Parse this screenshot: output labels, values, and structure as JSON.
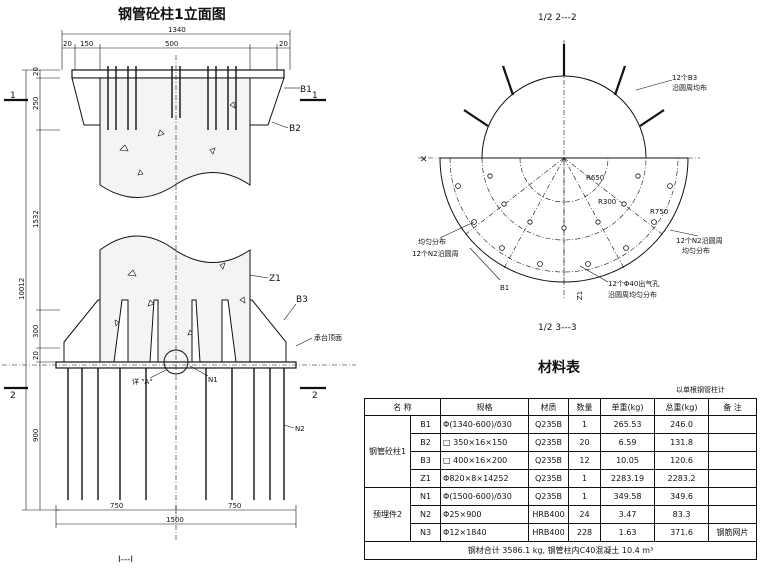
{
  "elevation": {
    "title": "钢管砼柱1立面图",
    "dims_top": [
      "20",
      "150",
      "1340",
      "500",
      "20"
    ],
    "dims_left": [
      "20",
      "250",
      "1532",
      "10012",
      "300",
      "20",
      "900"
    ],
    "dims_bottom": [
      "750",
      "750",
      "1500"
    ],
    "labels": [
      "B1",
      "B2",
      "Z1",
      "B3",
      "承台顶面",
      "详 \"A\"",
      "N1",
      "N2"
    ],
    "section_marks": [
      "1",
      "1",
      "2",
      "2"
    ],
    "section_title": "I---I"
  },
  "plan": {
    "title_top": "1/2 2---2",
    "title_bottom": "1/2 3---3",
    "notes": [
      "12个B3",
      "沿圆周均布",
      "12个N2沿圆周",
      "均匀分布",
      "均匀分布",
      "12个N2沿圆周",
      "12个Φ40出气孔",
      "沿圆周均匀分布"
    ],
    "labels": [
      "B1",
      "Z1"
    ],
    "radii": [
      "R650",
      "R750",
      "R300"
    ]
  },
  "materials": {
    "title": "材料表",
    "note": "以单根钢管柱计",
    "headers": [
      "名 称",
      "规格",
      "材质",
      "数量",
      "单重(kg)",
      "总重(kg)",
      "备 注"
    ],
    "groups": [
      {
        "name": "钢管砼柱1",
        "rows": [
          [
            "B1",
            "Φ(1340-600)/δ30",
            "Q235B",
            "1",
            "265.53",
            "246.0",
            ""
          ],
          [
            "B2",
            "□ 350×16×150",
            "Q235B",
            "20",
            "6.59",
            "131.8",
            ""
          ],
          [
            "B3",
            "□ 400×16×200",
            "Q235B",
            "12",
            "10.05",
            "120.6",
            ""
          ],
          [
            "Z1",
            "Φ820×8×14252",
            "Q235B",
            "1",
            "2283.19",
            "2283.2",
            ""
          ]
        ]
      },
      {
        "name": "预埋件2",
        "rows": [
          [
            "N1",
            "Φ(1500-600)/δ30",
            "Q235B",
            "1",
            "349.58",
            "349.6",
            ""
          ],
          [
            "N2",
            "Φ25×900",
            "HRB400",
            "24",
            "3.47",
            "83.3",
            ""
          ],
          [
            "N3",
            "Φ12×1840",
            "HRB400",
            "228",
            "1.63",
            "371.6",
            "钢筋网片"
          ]
        ]
      }
    ],
    "total": "钢材合计 3586.1 kg, 钢管柱内C40混凝土 10.4 m³"
  }
}
